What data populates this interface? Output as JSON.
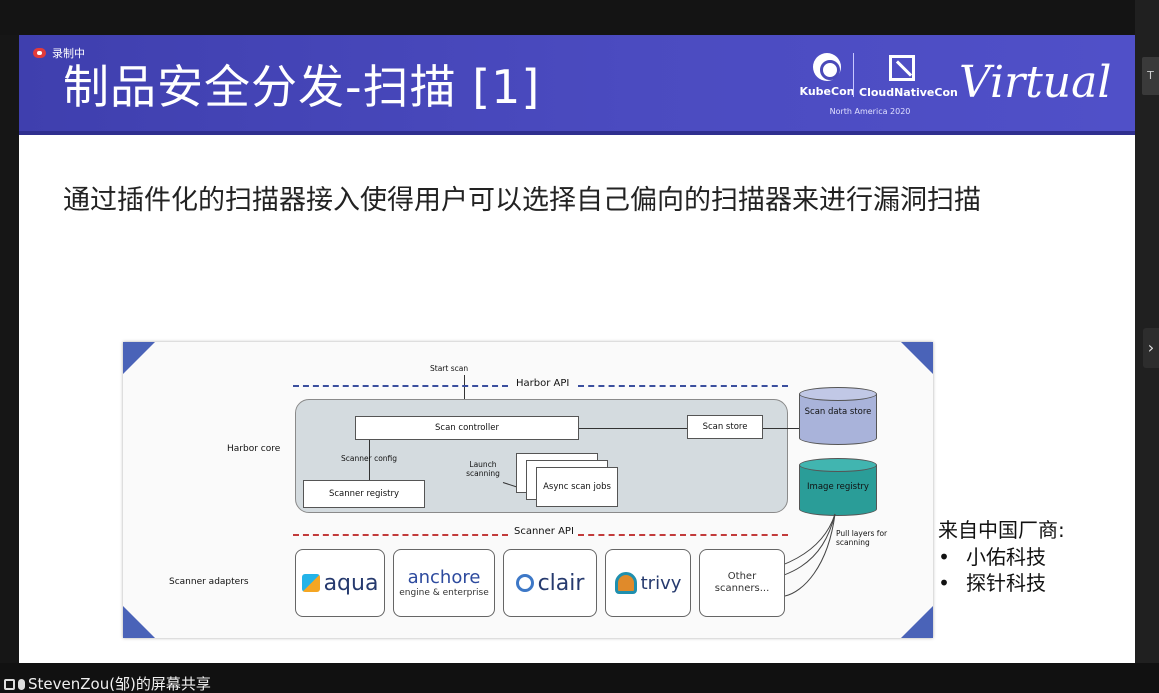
{
  "recording": {
    "label": "录制中"
  },
  "slide": {
    "title": "制品安全分发-扫描 [1]",
    "subtitle": "通过插件化的扫描器接入使得用户可以选择自己偏向的扫描器来进行漏洞扫描",
    "logos": {
      "kubecon": "KubeCon",
      "cncf": "CloudNativeCon",
      "event": "North America 2020",
      "virtual": "Virtual"
    },
    "vendors": {
      "title": "来自中国厂商:",
      "items": [
        "小佑科技",
        "探针科技"
      ]
    }
  },
  "diagram": {
    "start_scan": "Start scan",
    "harbor_api": "Harbor API",
    "harbor_core": "Harbor core",
    "scan_controller": "Scan controller",
    "scan_store": "Scan store",
    "scan_data_store": "Scan data store",
    "scanner_config": "Scanner config",
    "launch_scanning": "Launch scanning",
    "async_scan_jobs": "Async scan jobs",
    "scanner_registry": "Scanner registry",
    "image_registry": "Image registry",
    "scanner_api": "Scanner API",
    "pull_layers": "Pull layers for scanning",
    "scanner_adapters": "Scanner adapters",
    "adapters": {
      "aqua": "aqua",
      "anchore": "anchore",
      "anchore_sub": "engine & enterprise",
      "clair": "clair",
      "trivy": "trivy",
      "other": "Other scanners..."
    }
  },
  "screen_share": {
    "label": "StevenZou(邹)的屏幕共享"
  },
  "sidebar": {
    "tab_label": "T"
  },
  "colors": {
    "header_blue": "#4646b8",
    "corner_blue": "#4a63b8",
    "scan_store_fill": "#a9b3da",
    "image_registry_fill": "#2a9d98"
  }
}
